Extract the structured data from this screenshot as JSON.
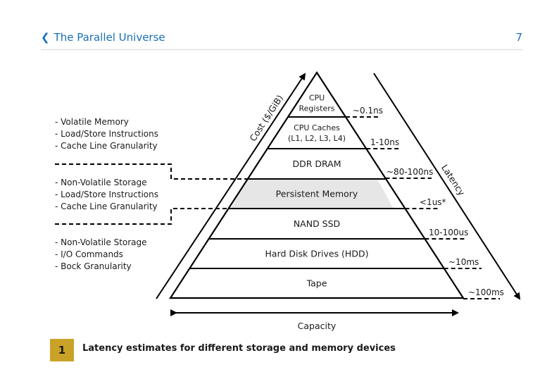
{
  "header": {
    "back_icon": "chevron-left-icon",
    "title": "The Parallel Universe",
    "page_number": "7"
  },
  "diagram": {
    "tiers": [
      {
        "lines": [
          "CPU",
          "Registers"
        ],
        "highlight": false
      },
      {
        "lines": [
          "CPU Caches",
          "(L1, L2, L3, L4)"
        ],
        "highlight": false
      },
      {
        "lines": [
          "DDR DRAM"
        ],
        "highlight": false
      },
      {
        "lines": [
          "Persistent Memory"
        ],
        "highlight": true
      },
      {
        "lines": [
          "NAND SSD"
        ],
        "highlight": false
      },
      {
        "lines": [
          "Hard Disk Drives (HDD)"
        ],
        "highlight": false
      },
      {
        "lines": [
          "Tape"
        ],
        "highlight": false
      }
    ],
    "latencies": [
      "~0.1ns",
      "1-10ns",
      "~80-100ns",
      "<1us*",
      "10-100us",
      "~10ms",
      "~100ms"
    ],
    "left_groups": [
      [
        "- Volatile Memory",
        "- Load/Store Instructions",
        "- Cache Line Granularity"
      ],
      [
        "- Non-Volatile Storage",
        "- Load/Store Instructions",
        "- Cache Line Granularity"
      ],
      [
        "- Non-Volatile Storage",
        "- I/O Commands",
        "- Bock Granularity"
      ]
    ],
    "cost_axis_label": "Cost ($/GiB)",
    "latency_axis_label": "Latency",
    "capacity_axis_label": "Capacity",
    "highlight_color": "#e6e6e6"
  },
  "figure": {
    "number": "1",
    "caption": "Latency estimates for different storage and memory devices",
    "badge_color": "#c9a227"
  }
}
